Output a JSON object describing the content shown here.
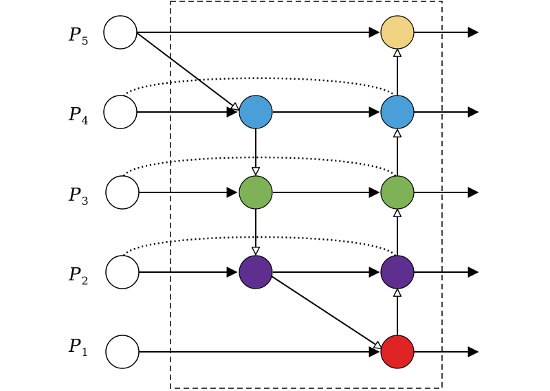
{
  "levels": [
    {
      "id": "p5",
      "symbol": "P",
      "subscript": "5"
    },
    {
      "id": "p4",
      "symbol": "P",
      "subscript": "4"
    },
    {
      "id": "p3",
      "symbol": "P",
      "subscript": "3"
    },
    {
      "id": "p2",
      "symbol": "P",
      "subscript": "2"
    },
    {
      "id": "p1",
      "symbol": "P",
      "subscript": "1"
    }
  ],
  "colors": {
    "input": "#ffffff",
    "p5_out": "#f0d283",
    "p4": "#4a9fd8",
    "p3": "#7fb256",
    "p2": "#5e2f8e",
    "p1_out": "#e02325",
    "stroke": "#000000"
  }
}
